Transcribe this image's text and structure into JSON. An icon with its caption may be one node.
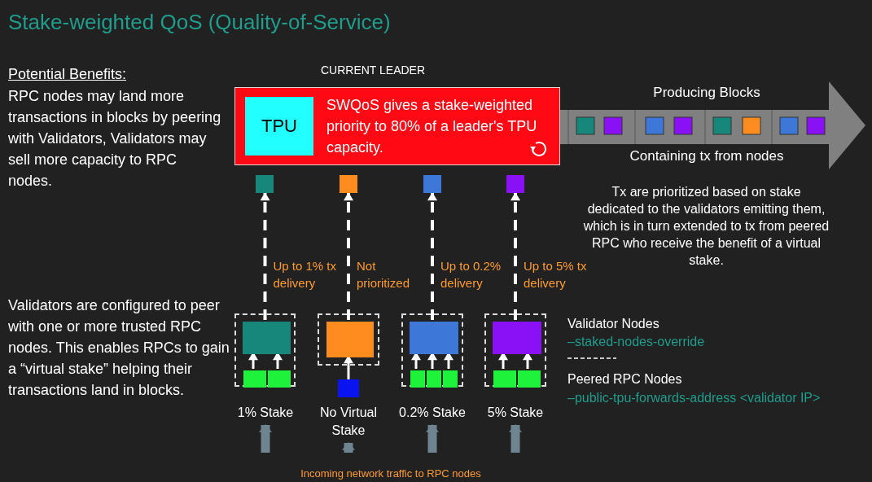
{
  "diagram": {
    "title": "Stake-weighted QoS (Quality-of-Service)",
    "nodes": [
      {
        "text": [
          "CURRENT LEADER",
          "SWQoS gives a stake-weighted priority to 80% of a leader's TPU capacity."
        ]
      },
      {
        "text": [
          "TPU"
        ],
        "in": 0
      },
      {
        "text": [
          "Producing Blocks",
          "Containing tx from nodes"
        ]
      },
      {
        "text": [],
        "shape": "box"
      },
      {
        "text": [],
        "shape": "box"
      },
      {
        "text": [],
        "shape": "box"
      },
      {
        "text": [],
        "shape": "box"
      },
      {
        "text": [],
        "shape": "box"
      },
      {
        "text": [],
        "shape": "box",
        "in": 7
      },
      {
        "text": [],
        "shape": "box",
        "in": 7
      },
      {
        "text": [],
        "shape": "box",
        "in": 7
      },
      {
        "text": [],
        "shape": "box"
      },
      {
        "text": [],
        "shape": "box",
        "in": 11
      },
      {
        "text": [],
        "shape": "box"
      },
      {
        "text": [],
        "shape": "box"
      },
      {
        "text": [],
        "shape": "box",
        "in": 14
      },
      {
        "text": [],
        "shape": "box",
        "in": 14
      },
      {
        "text": [],
        "shape": "box",
        "in": 14
      },
      {
        "text": [],
        "shape": "box",
        "in": 14
      },
      {
        "text": [],
        "shape": "box"
      },
      {
        "text": [],
        "shape": "box",
        "in": 19
      },
      {
        "text": [],
        "shape": "box",
        "in": 19
      },
      {
        "text": [],
        "shape": "box",
        "in": 19
      },
      {
        "text": [
          "1% Stake"
        ]
      },
      {
        "text": [
          "No Virtual Stake"
        ]
      },
      {
        "text": [
          "0.2% Stake"
        ]
      },
      {
        "text": [
          "5% Stake"
        ]
      }
    ],
    "edges": [
      {
        "from": 8,
        "to": 3,
        "arrow": "to",
        "label": "Up to 1% tx delivery",
        "style": "dashed"
      },
      {
        "from": 12,
        "to": 4,
        "arrow": "to",
        "label": "Not prioritized",
        "style": "dashed"
      },
      {
        "from": 15,
        "to": 5,
        "arrow": "to",
        "label": "Up to 0.2% delivery",
        "style": "dashed"
      },
      {
        "from": 20,
        "to": 6,
        "arrow": "to",
        "label": "Up to 5% tx delivery",
        "style": "dashed"
      },
      {
        "from": 9,
        "to": 8,
        "arrow": "to"
      },
      {
        "from": 10,
        "to": 8,
        "arrow": "to"
      },
      {
        "from": 13,
        "to": 12,
        "arrow": "to"
      },
      {
        "from": 16,
        "to": 15,
        "arrow": "to"
      },
      {
        "from": 17,
        "to": 15,
        "arrow": "to"
      },
      {
        "from": 18,
        "to": 15,
        "arrow": "to"
      },
      {
        "from": 21,
        "to": 20,
        "arrow": "to"
      },
      {
        "from": 22,
        "to": 20,
        "arrow": "to"
      },
      {
        "from": null,
        "to": 23,
        "arrow": "to",
        "style": "thick",
        "color": "#6e8490"
      },
      {
        "from": null,
        "to": 24,
        "arrow": "to",
        "style": "thick",
        "color": "#6e8490"
      },
      {
        "from": null,
        "to": 25,
        "arrow": "to",
        "style": "thick",
        "color": "#6e8490"
      },
      {
        "from": null,
        "to": 26,
        "arrow": "to",
        "style": "thick",
        "color": "#6e8490"
      }
    ],
    "labels": [
      "Potential Benefits:",
      "RPC nodes may land more transactions in blocks by peering with Validators, Validators may sell more capacity to RPC nodes.",
      "Tx are prioritized based on stake dedicated to the validators emitting them, which is in turn extended to tx from peered RPC who receive the benefit of a virtual stake.",
      "Validators are configured to peer with one or more trusted RPC nodes. This enables RPCs to gain a “virtual stake” helping their transactions land in blocks.",
      "Validator Nodes",
      "–staked-nodes-override",
      "Peered RPC Nodes",
      "–public-tpu-forwards-address <validator IP>",
      "Incoming network traffic to RPC nodes"
    ]
  }
}
